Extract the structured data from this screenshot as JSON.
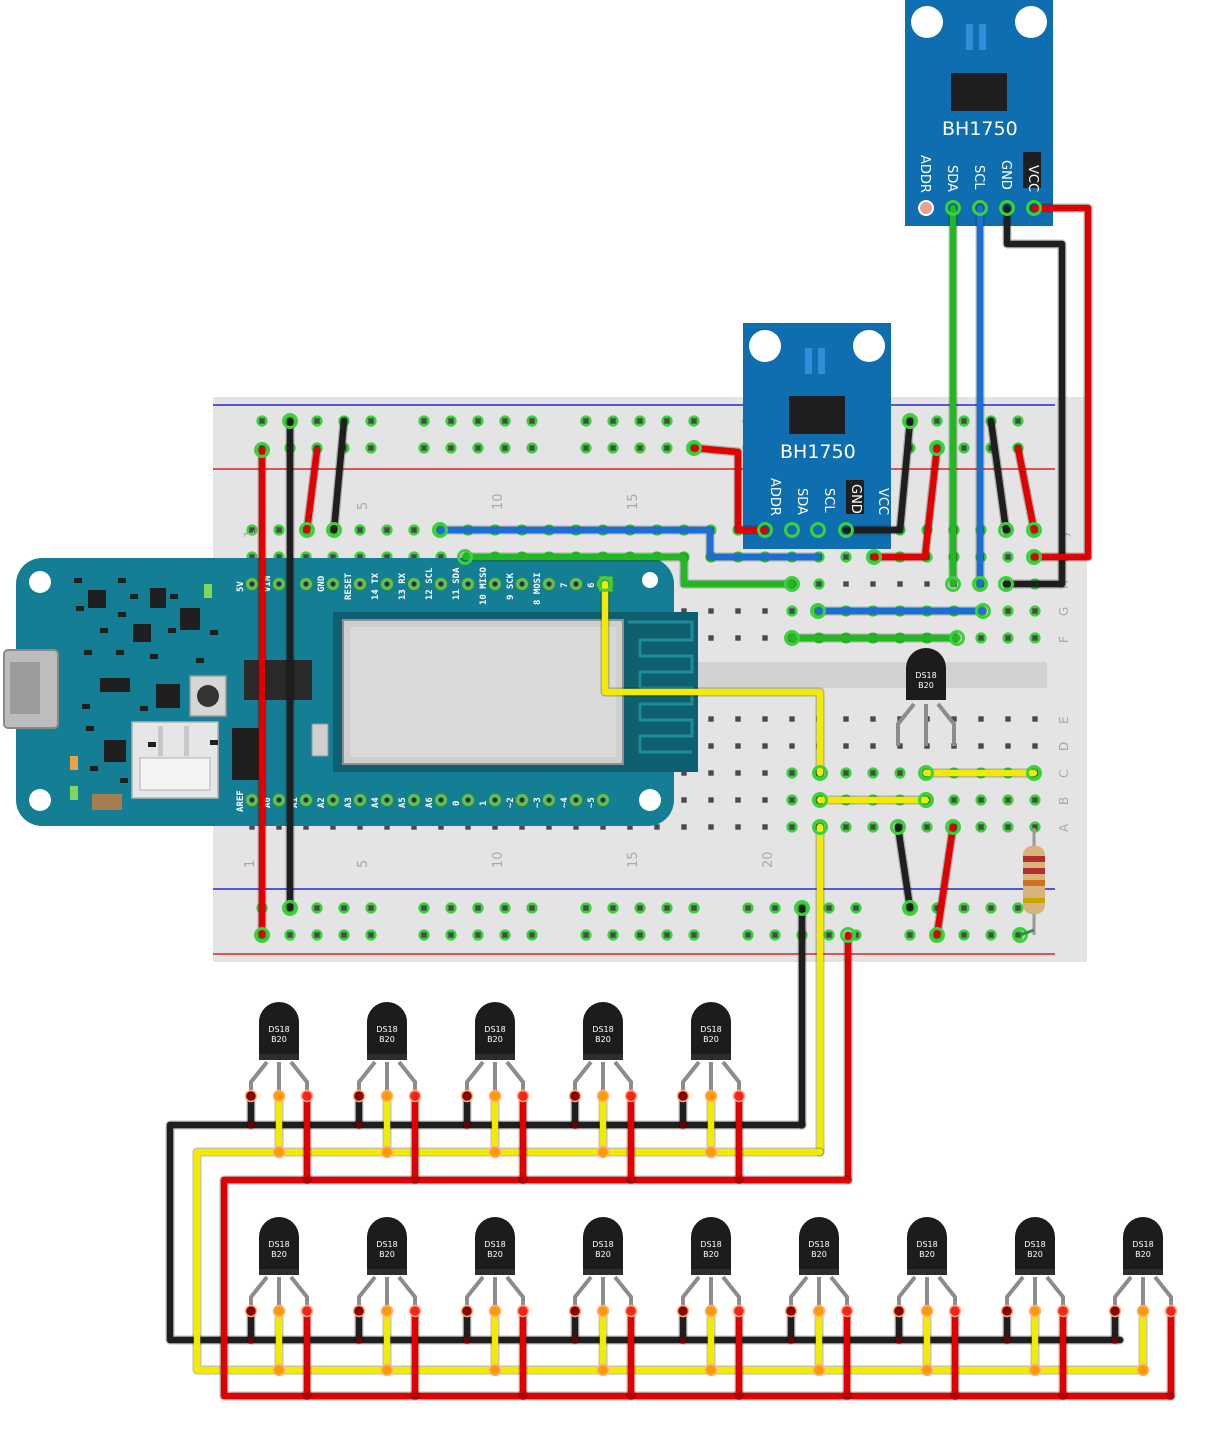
{
  "breadboard": {
    "column_numbers_top": [
      "1",
      "5",
      "10",
      "15"
    ],
    "column_numbers_bottom": [
      "1",
      "5",
      "10",
      "15",
      "20"
    ],
    "row_letters_right_top": [
      "J",
      "I",
      "H",
      "G",
      "F"
    ],
    "row_letters_right_bottom": [
      "E",
      "D",
      "C",
      "B",
      "A"
    ]
  },
  "board": {
    "top_pin_labels": [
      "5V",
      "VIN",
      "GND",
      "RESET",
      "14 TX",
      "13 RX",
      "12 SCL",
      "11 SDA",
      "10 MISO",
      "9 SCK",
      "8 MOSI",
      "7",
      "6"
    ],
    "bottom_pin_labels": [
      "AREF",
      "A0",
      "A1",
      "A2",
      "A3",
      "A4",
      "A5",
      "A6",
      "0",
      "1",
      "~2",
      "~3",
      "~4",
      "~5"
    ]
  },
  "light_sensors": [
    {
      "label": "BH1750",
      "pins": [
        "ADDR",
        "SDA",
        "SCL",
        "GND",
        "VCC"
      ]
    },
    {
      "label": "BH1750",
      "pins": [
        "ADDR",
        "SDA",
        "SCL",
        "GND",
        "VCC"
      ]
    }
  ],
  "temperature_sensors": {
    "label_line1": "DS18",
    "label_line2": "B20",
    "on_breadboard": 1,
    "top_row_count": 5,
    "bottom_row_count": 9
  },
  "colors": {
    "breadboard": "#e4e4e4",
    "board": "#147e94",
    "module": "#0f6eb0",
    "wire_red": "#e00000",
    "wire_black": "#1e1e1e",
    "wire_yellow": "#f2ea00",
    "wire_green": "#22b822",
    "wire_blue": "#1b6fd0",
    "hole_green": "#3ad13a"
  }
}
